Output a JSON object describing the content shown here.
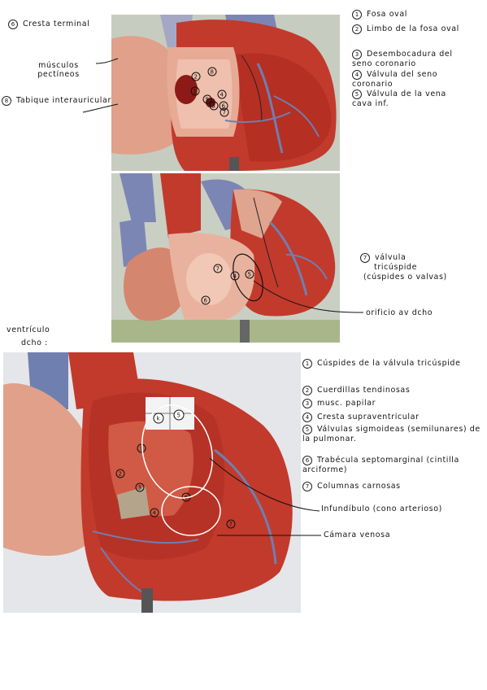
{
  "photo1": {
    "labels_left": [
      {
        "num": "6",
        "text": "Cresta terminal"
      },
      {
        "text": "músculos pectíneos"
      },
      {
        "num": "8",
        "text": "Tabique interauricular"
      }
    ],
    "markers": [
      "1",
      "2",
      "3",
      "4",
      "5",
      "6",
      "7",
      "8"
    ],
    "labels_right": [
      {
        "num": "1",
        "text": "Fosa oval"
      },
      {
        "num": "2",
        "text": "Limbo de la fosa oval"
      },
      {
        "num": "3",
        "text": "Desembocadura del seno coronario"
      },
      {
        "num": "4",
        "text": "Válvula del seno coronario"
      },
      {
        "num": "5",
        "text": "Válvula de la vena cava inf."
      }
    ]
  },
  "photo2": {
    "markers": [
      "7",
      "4",
      "5",
      "6"
    ],
    "label_valve": {
      "num": "7",
      "text_lines": [
        "válvula",
        "tricúspide",
        "(cúspides o valvas)"
      ]
    },
    "label_orifice": "orificio av dcho",
    "side_label_lines": [
      "ventrículo",
      "dcho :"
    ]
  },
  "photo3": {
    "markers": [
      "k",
      "5",
      "1",
      "2",
      "3",
      "4",
      "6",
      "7"
    ],
    "labels": [
      {
        "num": "1",
        "text": "Cúspides de la válvula tricúspide"
      },
      {
        "num": "2",
        "text": "Cuerdillas tendinosas"
      },
      {
        "num": "3",
        "text": "musc. papilar"
      },
      {
        "num": "4",
        "text": "Cresta supraventricular"
      },
      {
        "num": "5",
        "text": "Válvulas sigmoideas (semilunares) de la pulmonar."
      },
      {
        "num": "6",
        "text": "Trabécula septomarginal (cintilla arciforme)"
      },
      {
        "num": "7",
        "text": "Columnas carnosas"
      }
    ],
    "label_infundibulo": "Infundíbulo (cono arterioso)",
    "label_camara": "Cámara venosa"
  },
  "colors": {
    "muscle": "#c23a2c",
    "muscle_dark": "#9c2219",
    "atrium_pink": "#e4a48e",
    "vessel_blue": "#6f7fb0",
    "background": "#c9cfc3"
  }
}
